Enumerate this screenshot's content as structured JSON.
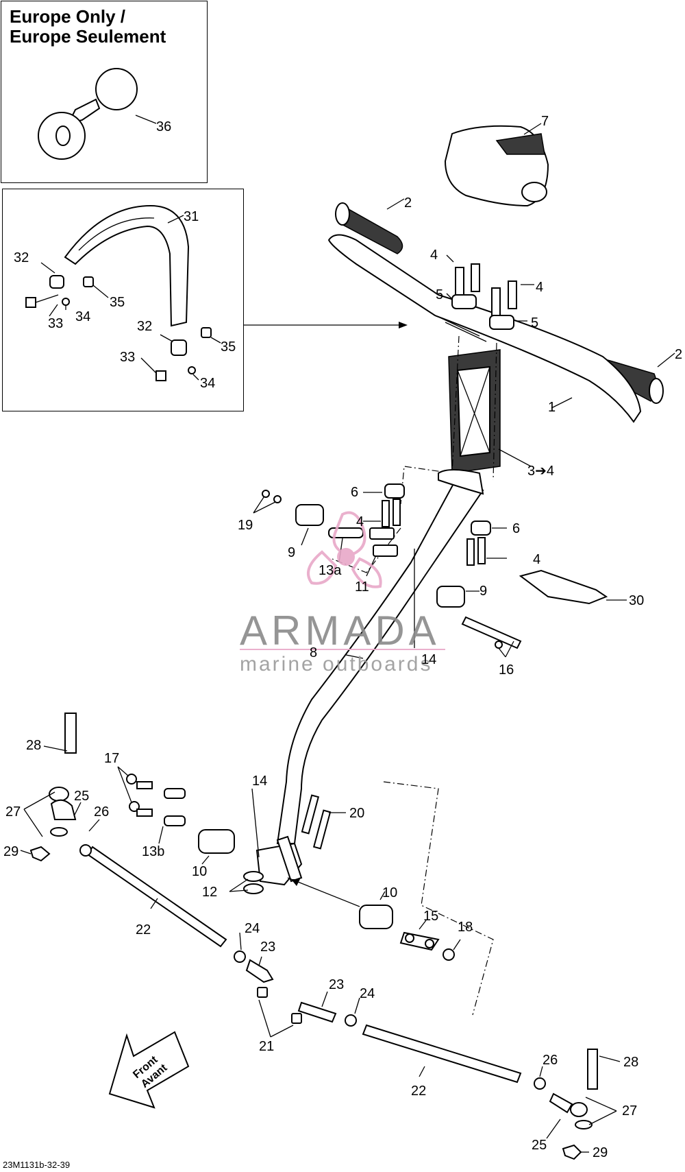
{
  "insets": {
    "europe_title": "Europe Only /\nEurope Seulement"
  },
  "watermark": {
    "brand": "ARMADA",
    "tagline": "marine outboards"
  },
  "arrow_badge": "Front\nAvant",
  "figure_code": "23M1131b-32-39",
  "callouts": {
    "c36": "36",
    "c31": "31",
    "c32a": "32",
    "c35a": "35",
    "c33a": "33",
    "c34a": "34",
    "c32b": "32",
    "c35b": "35",
    "c33b": "33",
    "c34b": "34",
    "c7": "7",
    "c2a": "2",
    "c4a": "4",
    "c4b": "4",
    "c5a": "5",
    "c5b": "5",
    "c2b": "2",
    "c1": "1",
    "c3": "3➔4",
    "c6a": "6",
    "c4c": "4",
    "c6b": "6",
    "c4d": "4",
    "c19": "19",
    "c9a": "9",
    "c13a": "13a",
    "c11": "11",
    "c9b": "9",
    "c30": "30",
    "c8": "8",
    "c14a": "14",
    "c16": "16",
    "c28a": "28",
    "c17": "17",
    "c14b": "14",
    "c27a": "27",
    "c25a": "25",
    "c26a": "26",
    "c20": "20",
    "c29a": "29",
    "c13b": "13b",
    "c10a": "10",
    "c12": "12",
    "c10b": "10",
    "c15": "15",
    "c22a": "22",
    "c24a": "24",
    "c18": "18",
    "c23a": "23",
    "c23b": "23",
    "c24b": "24",
    "c21": "21",
    "c22b": "22",
    "c26b": "26",
    "c28b": "28",
    "c27b": "27",
    "c25b": "25",
    "c29b": "29"
  },
  "colors": {
    "ink": "#000000",
    "accent": "#e8a8c8",
    "watermark": "#8a8a8a"
  }
}
